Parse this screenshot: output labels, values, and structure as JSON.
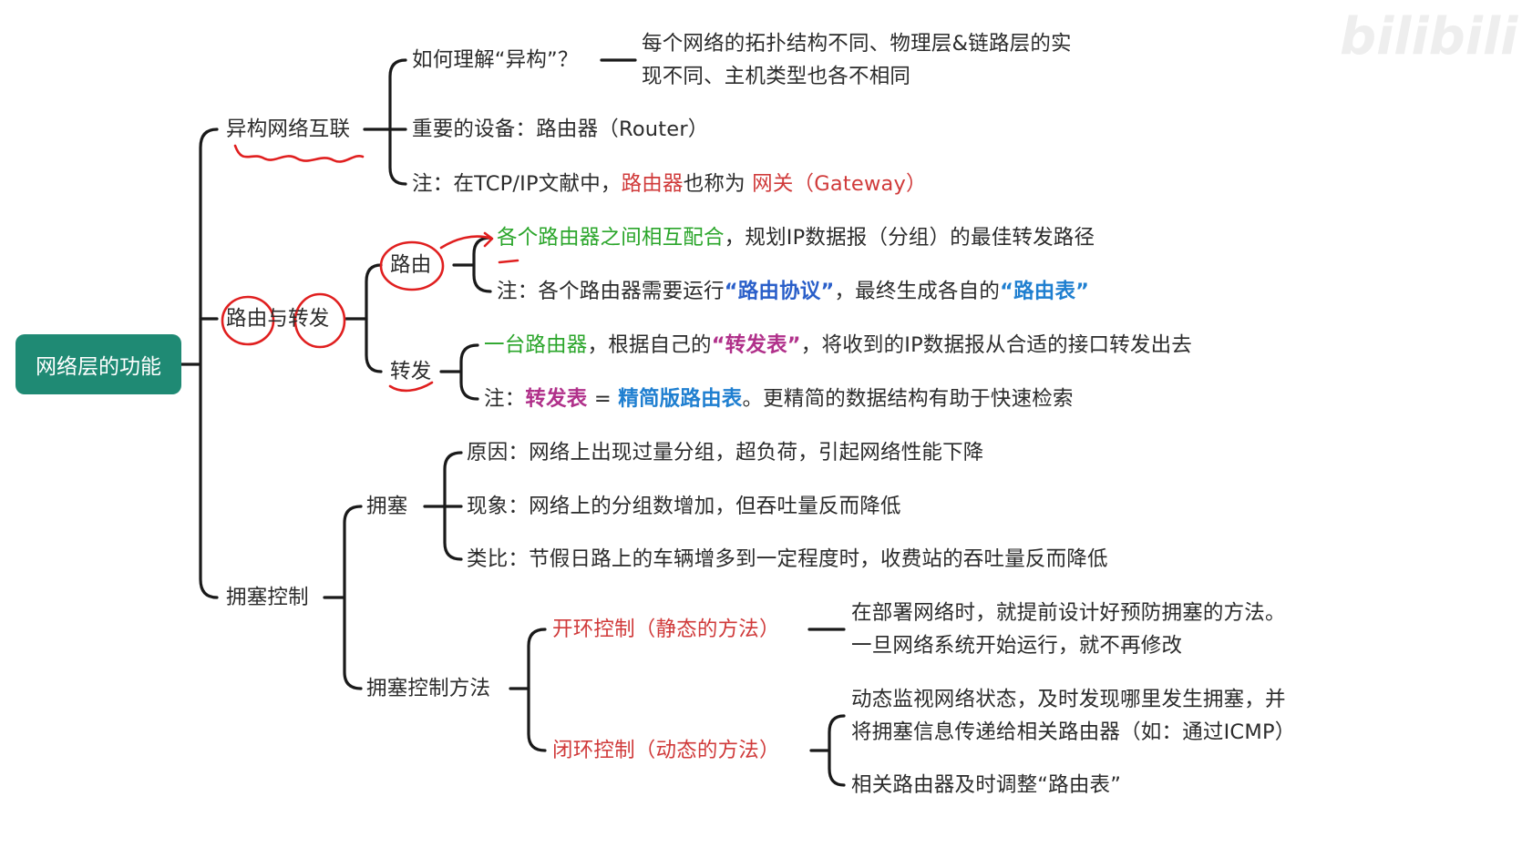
{
  "root": "网络层的功能",
  "watermark": "bilibili",
  "hetero": {
    "label": "异构网络互联",
    "q_label": "如何理解“异构”？",
    "q_answer_1": "每个网络的拓扑结构不同、物理层&链路层的实",
    "q_answer_2": "现不同、主机类型也各不相同",
    "device": "重要的设备：路由器（Router）",
    "note_pre": "注：在TCP/IP文献中，",
    "note_router": "路由器",
    "note_mid": "也称为 ",
    "note_gateway": "网关（Gateway）"
  },
  "routing_forwarding": {
    "label_routing": "路由",
    "label_yu": "与",
    "label_forward": "转发",
    "routing": {
      "label": "路由",
      "desc_green": "各个路由器之间相互配合",
      "desc_rest": "，规划IP数据报（分组）的最佳转发路径",
      "note_pre": "注：各个路由器需要运行",
      "note_protocol": "“路由协议”",
      "note_mid": "，最终生成各自的",
      "note_table": "“路由表”"
    },
    "forwarding": {
      "label": "转发",
      "desc_green": "一台路由器",
      "desc_mid": "，根据自己的",
      "desc_table": "“转发表”",
      "desc_rest": "，将收到的IP数据报从合适的接口转发出去",
      "note_pre": "注：",
      "note_fwd_table": "转发表",
      "note_eq": " = ",
      "note_lite": "精简版路由表",
      "note_rest": "。更精简的数据结构有助于快速检索"
    }
  },
  "congestion": {
    "label": "拥塞控制",
    "congest": {
      "label": "拥塞",
      "cause": "原因：网络上出现过量分组，超负荷，引起网络性能下降",
      "phenomenon": "现象：网络上的分组数增加，但吞吐量反而降低",
      "analogy": "类比：节假日路上的车辆增多到一定程度时，收费站的吞吐量反而降低"
    },
    "methods": {
      "label": "拥塞控制方法",
      "open_loop": "开环控制（静态的方法）",
      "open_desc_1": "在部署网络时，就提前设计好预防拥塞的方法。",
      "open_desc_2": "一旦网络系统开始运行，就不再修改",
      "closed_loop": "闭环控制（动态的方法）",
      "closed_desc_1": "动态监视网络状态，及时发现哪里发生拥塞，并",
      "closed_desc_2": "将拥塞信息传递给相关路由器（如：通过ICMP）",
      "closed_desc_3": "相关路由器及时调整“路由表”"
    }
  }
}
